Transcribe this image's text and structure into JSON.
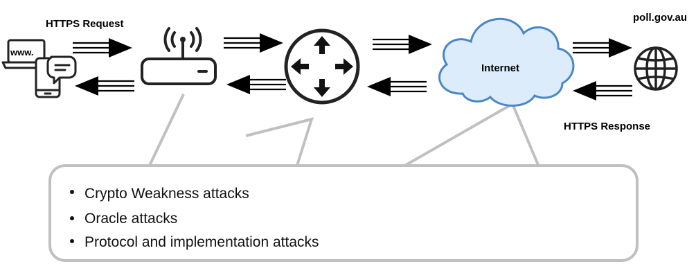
{
  "labels": {
    "https_request": "HTTPS Request",
    "https_response": "HTTPS Response",
    "domain": "poll.gov.au",
    "internet": "Internet",
    "www": "www."
  },
  "attack_box": {
    "items": [
      "Crypto Weakness attacks",
      "Oracle attacks",
      "Protocol and implementation attacks"
    ]
  },
  "colors": {
    "cloud_fill": "#dcecfa",
    "cloud_stroke": "#4a86c5",
    "callout_stroke": "#c0c0c0",
    "arrow": "#000000"
  },
  "icons": [
    "laptop-icon",
    "smartphone-icon",
    "chat-bubble-icon",
    "wifi-router-icon",
    "router-icon",
    "cloud-icon",
    "globe-icon"
  ]
}
